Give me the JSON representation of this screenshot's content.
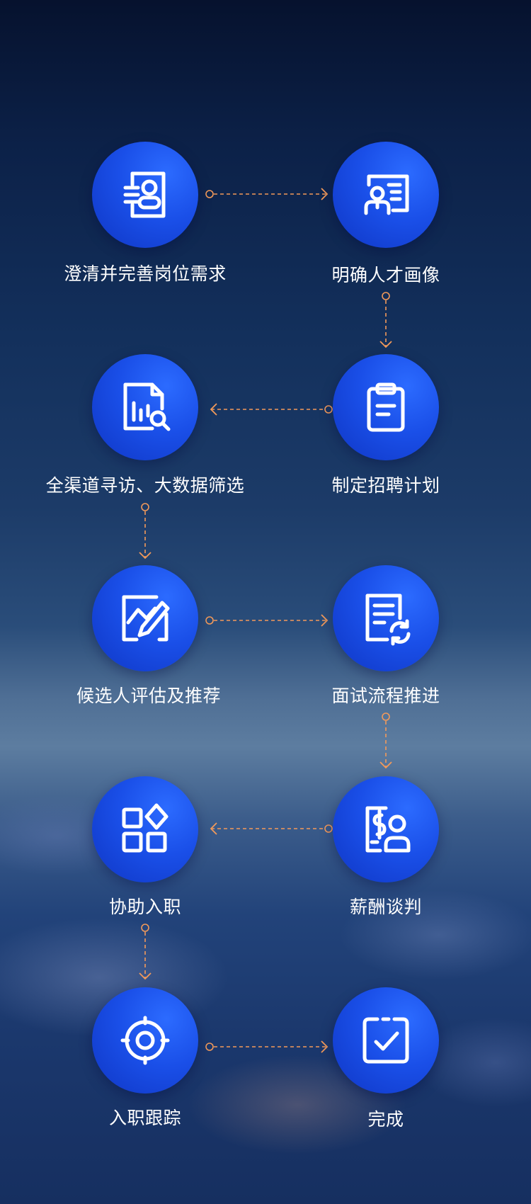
{
  "steps": [
    {
      "label": "澄清并完善岗位需求",
      "icon": "id-card-icon"
    },
    {
      "label": "明确人才画像",
      "icon": "profile-resume-icon"
    },
    {
      "label": "制定招聘计划",
      "icon": "clipboard-icon"
    },
    {
      "label": "全渠道寻访、大数据筛选",
      "icon": "report-search-icon"
    },
    {
      "label": "候选人评估及推荐",
      "icon": "edit-chart-icon"
    },
    {
      "label": "面试流程推进",
      "icon": "document-refresh-icon"
    },
    {
      "label": "薪酬谈判",
      "icon": "salary-person-icon"
    },
    {
      "label": "协助入职",
      "icon": "apps-grid-icon"
    },
    {
      "label": "入职跟踪",
      "icon": "target-icon"
    },
    {
      "label": "完成",
      "icon": "check-square-icon"
    }
  ],
  "colors": {
    "node": "#1a4fe8",
    "connector": "#f39a5a",
    "text": "#ffffff"
  }
}
